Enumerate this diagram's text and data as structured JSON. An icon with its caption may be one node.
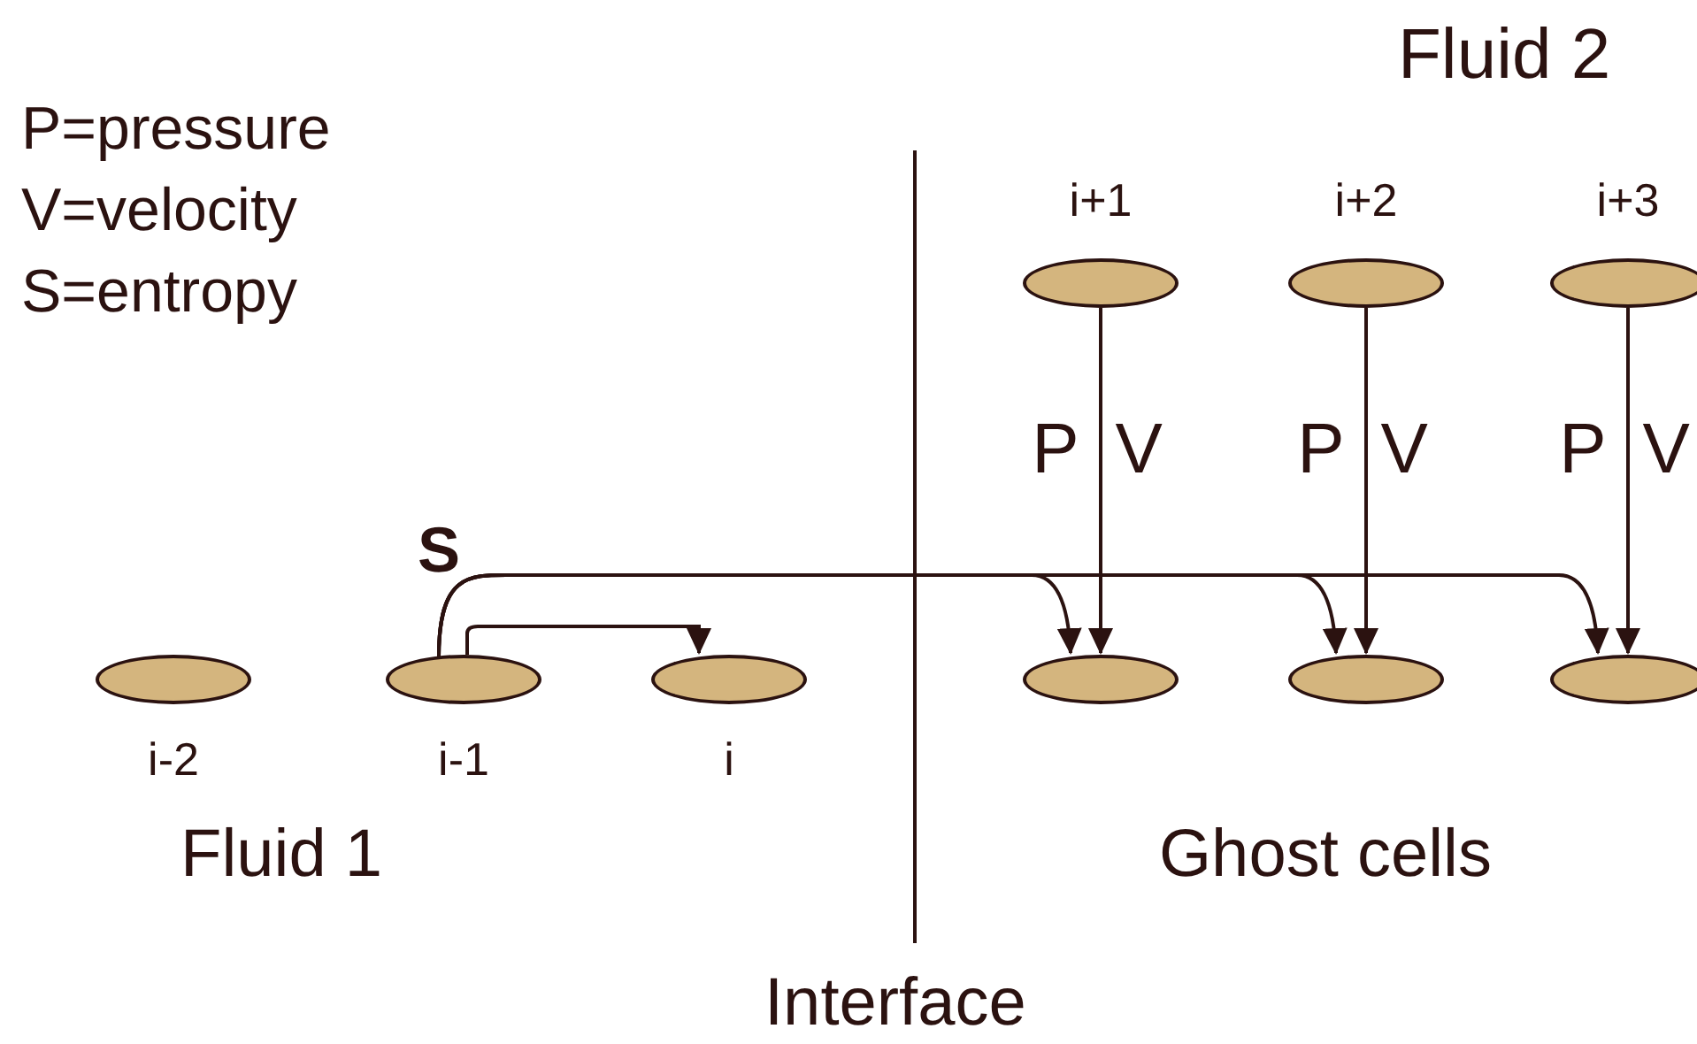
{
  "diagram": {
    "nodes": [
      {
        "text": [],
        "shape": "ellipse",
        "beside": [
          "i-2"
        ]
      },
      {
        "text": [],
        "shape": "ellipse",
        "beside": [
          "i-1"
        ]
      },
      {
        "text": [],
        "shape": "ellipse",
        "beside": [
          "i"
        ]
      },
      {
        "text": [],
        "shape": "ellipse",
        "beside": [
          "i+1"
        ]
      },
      {
        "text": [],
        "shape": "ellipse",
        "beside": [
          "i+2"
        ]
      },
      {
        "text": [],
        "shape": "ellipse",
        "beside": [
          "i+3"
        ]
      },
      {
        "text": [],
        "shape": "ellipse"
      },
      {
        "text": [],
        "shape": "ellipse"
      },
      {
        "text": [],
        "shape": "ellipse"
      }
    ],
    "edges": [
      {
        "from": 1,
        "to": 2,
        "arrow": "to"
      },
      {
        "from": 1,
        "to": 6,
        "arrow": "to"
      },
      {
        "from": 1,
        "to": 7,
        "arrow": "to"
      },
      {
        "from": 1,
        "to": 8,
        "arrow": "to"
      },
      {
        "from": 3,
        "to": 6,
        "arrow": "to",
        "label": "P V"
      },
      {
        "from": 4,
        "to": 7,
        "arrow": "to",
        "label": "P V"
      },
      {
        "from": 5,
        "to": 8,
        "arrow": "to",
        "label": "P V"
      }
    ],
    "labels": [
      "Fluid 2",
      "P=pressure",
      "V=velocity",
      "S=entropy",
      "S",
      "Fluid 1",
      "Ghost cells",
      "Interface"
    ]
  }
}
